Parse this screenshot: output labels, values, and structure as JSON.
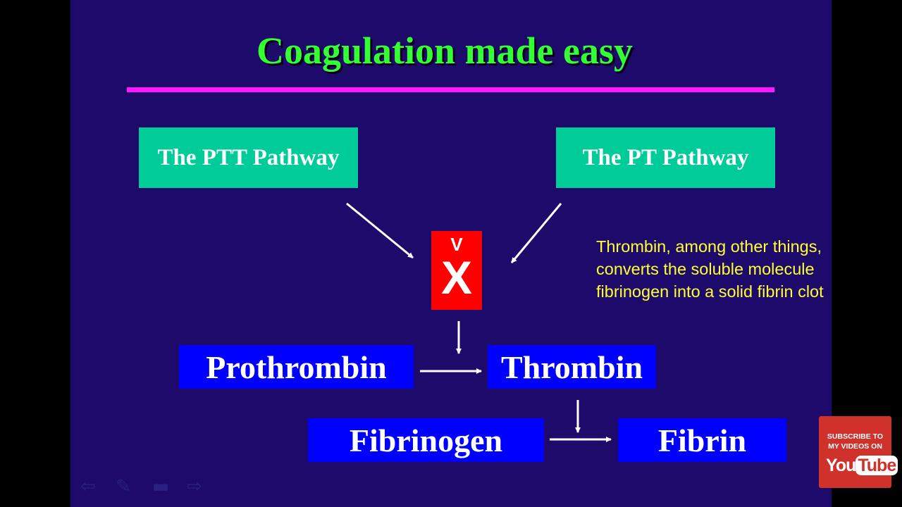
{
  "slide": {
    "title": "Coagulation made easy",
    "pathways": {
      "ptt": "The PTT Pathway",
      "pt": "The PT Pathway"
    },
    "factor": {
      "numeral_v": "V",
      "numeral_x": "X"
    },
    "note": "Thrombin, among other things, converts the soluble molecule fibrinogen into a solid fibrin clot",
    "reactions": {
      "prothrombin": "Prothrombin",
      "thrombin": "Thrombin",
      "fibrinogen": "Fibrinogen",
      "fibrin": "Fibrin"
    },
    "nav_icons": [
      "previous-icon",
      "pen-icon",
      "menu-icon",
      "next-icon"
    ]
  },
  "youtube_badge": {
    "line1": "SUBSCRIBE TO",
    "line2": "MY VIDEOS ON",
    "you": "You",
    "tube": "Tube"
  },
  "colors": {
    "background": "#1d0a6b",
    "title": "#33ff33",
    "rule": "#ff19ff",
    "pathway_box": "#00cc99",
    "factor_box": "#ff0000",
    "note_text": "#ffff33",
    "reaction_box": "#0000ff",
    "youtube_red": "#d0322b"
  }
}
